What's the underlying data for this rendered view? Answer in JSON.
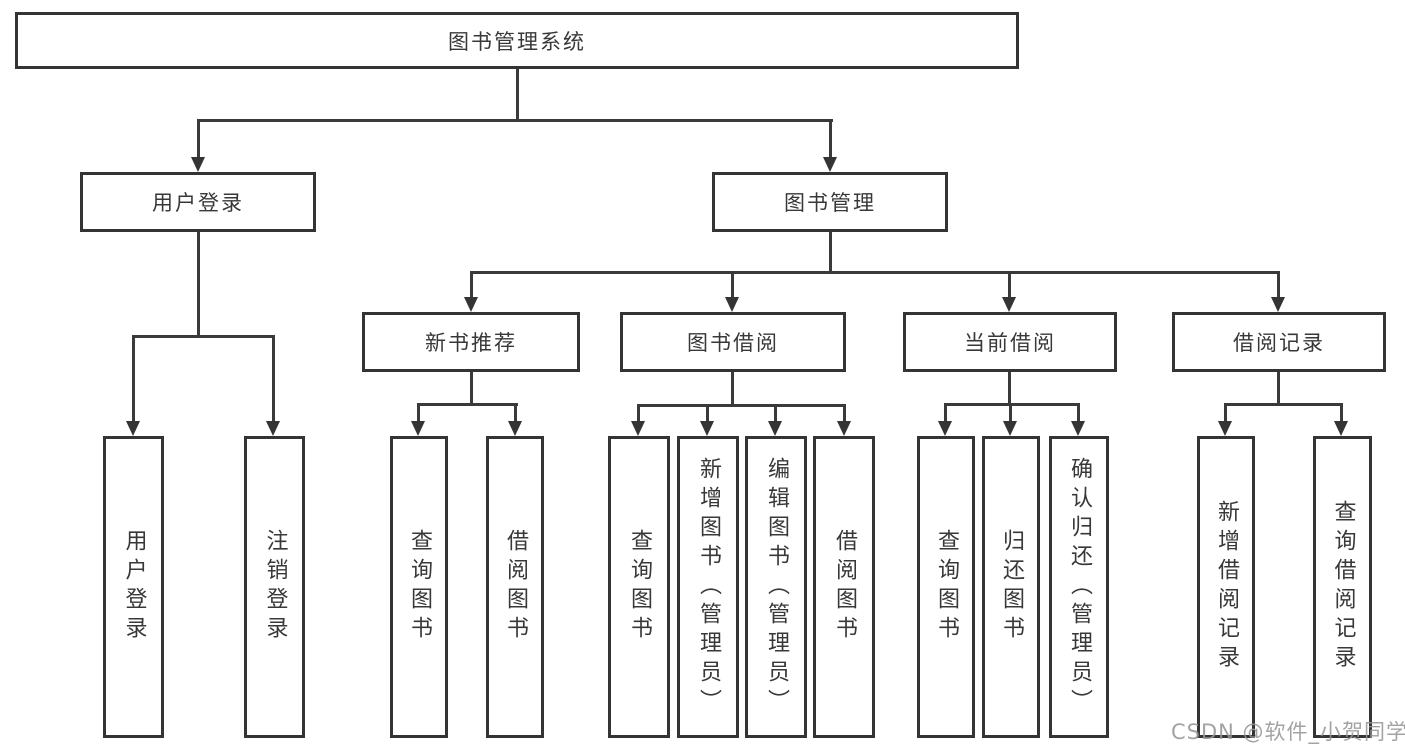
{
  "tree": {
    "root": {
      "label": "图书管理系统"
    },
    "level2": [
      {
        "label": "用户登录",
        "leaves": [
          {
            "label": "用户登录"
          },
          {
            "label": "注销登录"
          }
        ]
      },
      {
        "label": "图书管理",
        "groups": [
          {
            "label": "新书推荐",
            "leaves": [
              {
                "label": "查询图书"
              },
              {
                "label": "借阅图书"
              }
            ]
          },
          {
            "label": "图书借阅",
            "leaves": [
              {
                "label": "查询图书"
              },
              {
                "label": "新增图书（管理员）"
              },
              {
                "label": "编辑图书（管理员）"
              },
              {
                "label": "借阅图书"
              }
            ]
          },
          {
            "label": "当前借阅",
            "leaves": [
              {
                "label": "查询图书"
              },
              {
                "label": "归还图书"
              },
              {
                "label": "确认归还（管理员）"
              }
            ]
          },
          {
            "label": "借阅记录",
            "leaves": [
              {
                "label": "新增借阅记录"
              },
              {
                "label": "查询借阅记录"
              }
            ]
          }
        ]
      }
    ]
  },
  "watermark": {
    "text": "CSDN @软件_小贺同学"
  },
  "colors": {
    "border": "#343434",
    "line": "#3a3a3a",
    "text": "#383838",
    "background": "#ffffff",
    "watermark": "#969696"
  }
}
